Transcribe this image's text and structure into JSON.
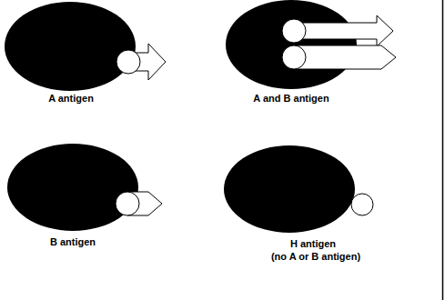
{
  "diagram": {
    "labels": [
      "A antigen",
      "A and B antigen",
      "B antigen",
      "H antigen",
      "(no A or B antigen)"
    ]
  }
}
